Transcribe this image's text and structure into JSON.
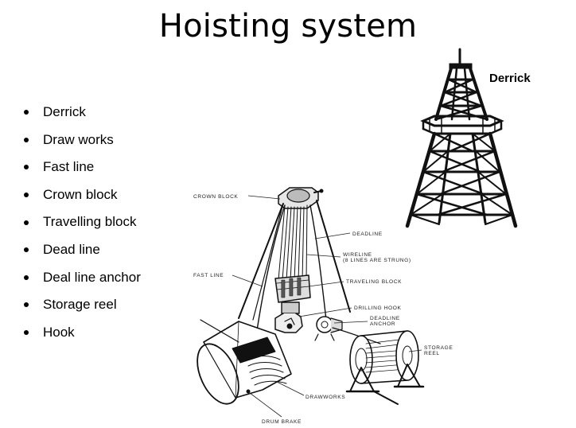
{
  "title": "Hoisting system",
  "bullets": [
    "Derrick",
    "Draw works",
    "Fast line",
    "Crown block",
    "Travelling block",
    "Dead line",
    "Deal line anchor",
    "Storage reel",
    "Hook"
  ],
  "derrick_label": "Derrick",
  "diagram_labels": {
    "crown_block": "CROWN BLOCK",
    "deadline": "DEADLINE",
    "wireline": "WIRELINE",
    "wireline_note": "(8 LINES ARE STRUNG)",
    "fast_line": "FAST LINE",
    "traveling_block": "TRAVELING BLOCK",
    "drilling_hook": "DRILLING HOOK",
    "deadline_anchor_1": "DEADLINE",
    "deadline_anchor_2": "ANCHOR",
    "storage_reel_1": "STORAGE",
    "storage_reel_2": "REEL",
    "drawworks": "DRAWWORKS",
    "drum_brake": "DRUM BRAKE"
  }
}
